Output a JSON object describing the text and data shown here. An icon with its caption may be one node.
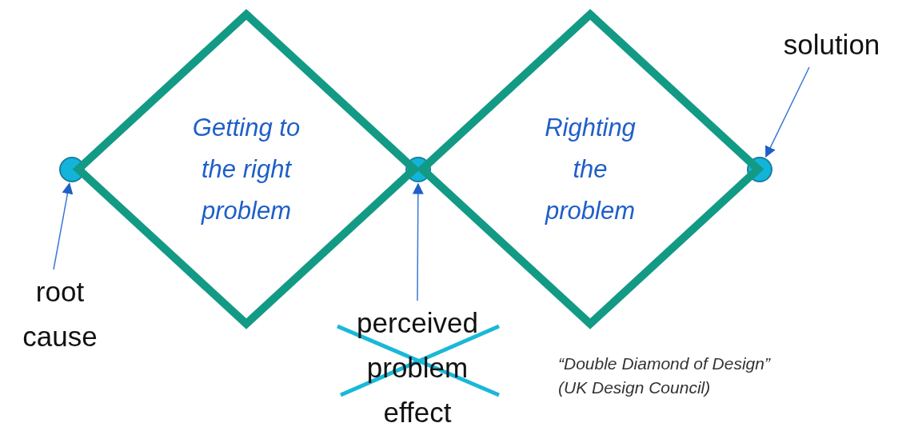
{
  "diagram": {
    "nodes": [
      {
        "text": [
          "Getting to the right problem"
        ]
      },
      {
        "text": [
          "Righting the problem"
        ]
      },
      {
        "text": [],
        "shape": "circle"
      },
      {
        "text": [],
        "shape": "circle"
      },
      {
        "text": [],
        "shape": "circle"
      },
      {
        "text": [
          "root cause"
        ]
      },
      {
        "text": [
          "perceived problem",
          "effect"
        ]
      },
      {
        "text": [
          "solution"
        ]
      }
    ],
    "edges": [
      {
        "from": 5,
        "to": 2,
        "arrow": "to"
      },
      {
        "from": 6,
        "to": 3,
        "arrow": "to"
      },
      {
        "from": 7,
        "to": 4,
        "arrow": "to"
      }
    ],
    "labels": [
      "“Double Diamond of Design”",
      "(UK Design Council)"
    ]
  }
}
